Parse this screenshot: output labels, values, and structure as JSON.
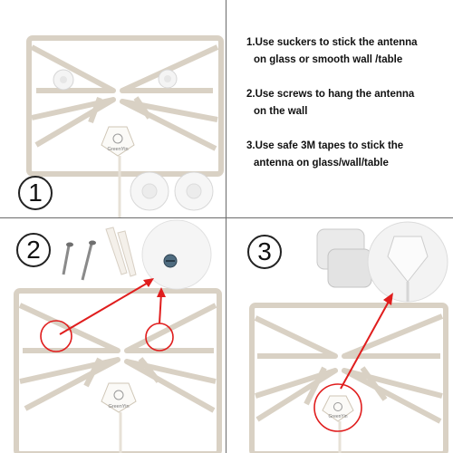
{
  "steps": [
    {
      "number": "1",
      "text_line1": "1.Use suckers to stick the antenna",
      "text_line2": "on glass or smooth wall /table"
    },
    {
      "number": "2",
      "text_line1": "2.Use screws to hang the antenna",
      "text_line2": "on the wall"
    },
    {
      "number": "3",
      "text_line1": "3.Use safe 3M tapes to stick the",
      "text_line2": "antenna on glass/wall/table"
    }
  ],
  "brand_label": "GreenYin",
  "tape_label": "3M",
  "colors": {
    "antenna": "#d9d1c4",
    "antenna_edge": "#bdb3a3",
    "arrow": "#e01d1d",
    "divider": "#6b6b6b"
  },
  "icons": [
    "suction-cup-icon",
    "screw-icon",
    "wall-anchor-icon",
    "tape-pad-icon"
  ]
}
